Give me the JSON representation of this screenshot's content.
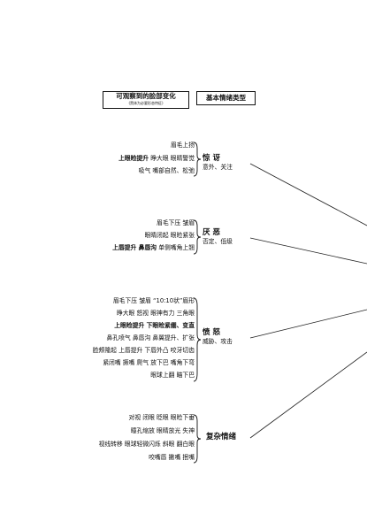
{
  "header": {
    "left_title": "可观察到的脸部变化",
    "left_subtitle": "(黑体为必要形态特征)",
    "right_title": "基本情绪类型"
  },
  "groups": [
    {
      "id": "surprise",
      "features": [
        [
          {
            "t": "眉毛上扬",
            "b": false
          }
        ],
        [
          {
            "t": "上眼睑提升",
            "b": true
          },
          {
            "t": "  睁大眼  眼睛警觉",
            "b": false
          }
        ],
        [
          {
            "t": "吸气  嘴部自然、松弛",
            "b": false
          }
        ]
      ],
      "emotion": {
        "title": "惊讶",
        "desc": "意外、关注"
      }
    },
    {
      "id": "disgust",
      "features": [
        [
          {
            "t": "眉毛下压  皱眉",
            "b": false
          }
        ],
        [
          {
            "t": "眼睛闭起  眼睑紧张",
            "b": false
          }
        ],
        [
          {
            "t": "上唇提升  鼻唇沟",
            "b": true
          },
          {
            "t": "  单侧嘴角上翘",
            "b": false
          }
        ]
      ],
      "emotion": {
        "title": "厌恶",
        "desc": "否定、低级"
      }
    },
    {
      "id": "anger",
      "features": [
        [
          {
            "t": "眉毛下压  皱眉  “10:10状”眉形",
            "b": false
          }
        ],
        [
          {
            "t": "睁大眼  怒视  眼神有力  三角眼",
            "b": false
          }
        ],
        [
          {
            "t": "上眼睑提升  下眼睑紧绷、变直",
            "b": true
          }
        ],
        [
          {
            "t": "鼻孔喷气  鼻唇沟  鼻翼提升、扩张",
            "b": false
          }
        ],
        [
          {
            "t": "脸颊隆起  上唇提升  下唇外凸  咬牙切齿",
            "b": false
          }
        ],
        [
          {
            "t": "紧闭嘴  撅嘴  爬气  放下巴  嘴角下弯",
            "b": false
          }
        ],
        [
          {
            "t": "眼球上翻  瞄下巴",
            "b": false
          }
        ]
      ],
      "emotion": {
        "title": "愤怒",
        "desc": "威胁、攻击"
      }
    },
    {
      "id": "complex",
      "features": [
        [
          {
            "t": "对视  闭眼  眨眼  眼睑下垂",
            "b": false
          }
        ],
        [
          {
            "t": "瞳孔缩放  眼睛放光  失神",
            "b": false
          }
        ],
        [
          {
            "t": "视线转移  眼球轻微闪烁  斜眼  翻白眼",
            "b": false
          }
        ],
        [
          {
            "t": "咬嘴唇  撇嘴  抿嘴",
            "b": false
          }
        ]
      ],
      "emotion": {
        "title": "复杂情绪",
        "desc": ""
      }
    }
  ]
}
